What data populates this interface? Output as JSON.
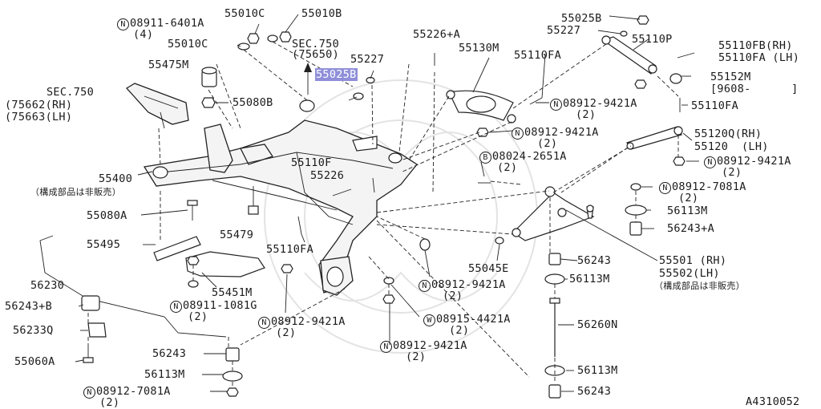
{
  "diagram": {
    "id": "A4310052",
    "highlight_color": "#8f8fd9",
    "labels": {
      "p55010c_top": "55010C",
      "p55010b": "55010B",
      "n08911_6401a": "08911-6401A",
      "qty4": "(4)",
      "p55010c_2": "55010C",
      "sec750_top": "SEC.750",
      "sec750_top_code": "(75650)",
      "p55227_top": "55227",
      "p55025b_hl": "55025B",
      "p55475m": "55475M",
      "p55080b": "55080B",
      "sec750_left": "SEC.750",
      "sec750_rh": "(75662(RH)",
      "sec750_lh": "(75663(LH)",
      "p55400": "55400",
      "not_sold_1": "（構成部品は非販売）",
      "p55080a": "55080A",
      "p55479": "55479",
      "p55495": "55495",
      "p56230": "56230",
      "p55451m": "55451M",
      "n08911_1081g": "08911-1081G",
      "q2_a": "(2)",
      "p56243b": "56243+B",
      "p56233q": "56233Q",
      "p55060a": "55060A",
      "p56243_bl": "56243",
      "p56113m_bl": "56113M",
      "n08912_7081a_bl": "08912-7081A",
      "q2_b": "(2)",
      "p55110f": "55110F",
      "p55226": "55226",
      "p55110fa_mid": "55110FA",
      "n08912_9421a_bm": "08912-9421A",
      "q2_c": "(2)",
      "p55226a": "55226+A",
      "p55130m": "55130M",
      "p55110fa_top": "55110FA",
      "p55025b_tr": "55025B",
      "p55227_tr": "55227",
      "p55110p": "55110P",
      "p55110fb_rh": "55110FB(RH)",
      "p55110fa_lh": "55110FA (LH)",
      "p55152m": "55152M",
      "p55152m_date": "[9608-      ]",
      "n08912_9421a_r1": "08912-9421A",
      "q2_d": "(2)",
      "p55110fa_r": "55110FA",
      "n08912_9421a_r2": "08912-9421A",
      "q2_e": "(2)",
      "p55120q_rh": "55120Q(RH)",
      "p55120_lh": "55120  (LH)",
      "b08024_2651a": "08024-2651A",
      "q2_f": "(2)",
      "n08912_9421a_r3": "08912-9421A",
      "q2_g": "(2)",
      "n08912_7081a_r": "08912-7081A",
      "q2_h": "(2)",
      "p56113m_r1": "56113M",
      "p56243a": "56243+A",
      "p55045e": "55045E",
      "p56243_r": "56243",
      "p55501_rh": "55501 (RH)",
      "p55502_lh": "55502(LH)",
      "not_sold_2": "（構成部品は非販売）",
      "p56113m_r2": "56113M",
      "n08912_9421a_m": "08912-9421A",
      "q2_i": "(2)",
      "w08915_4421a": "08915-4421A",
      "q2_j": "(2)",
      "n08912_9421a_bot": "08912-9421A",
      "q2_k": "(2)",
      "p56260n": "56260N",
      "p56113m_r3": "56113M",
      "p56243_r2": "56243",
      "circle_n": "N",
      "circle_b": "B",
      "circle_w": "W"
    }
  }
}
